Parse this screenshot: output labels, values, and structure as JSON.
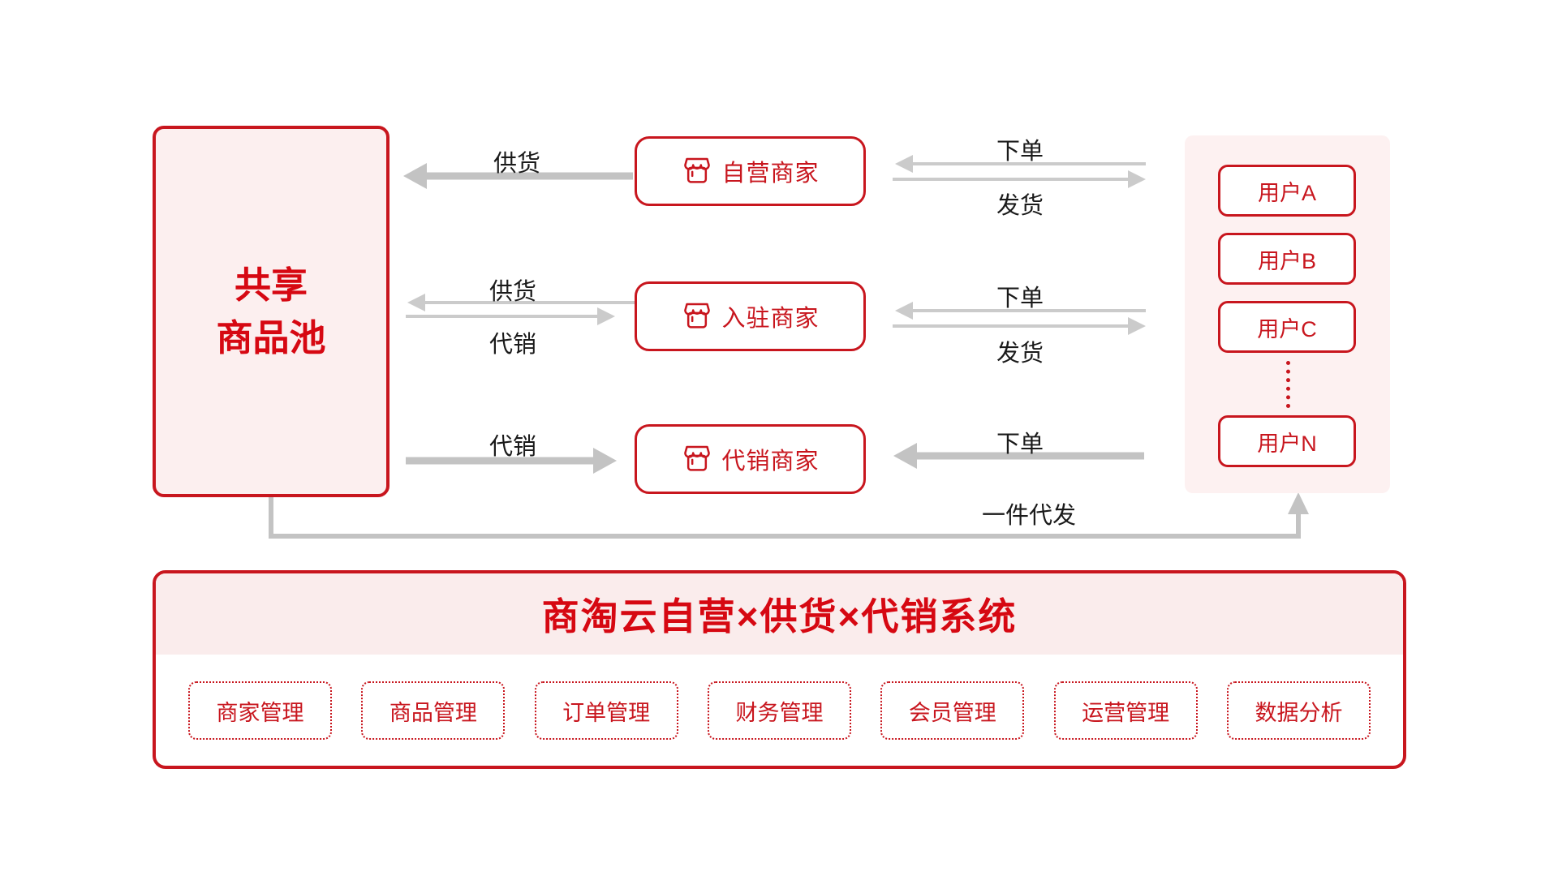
{
  "colors": {
    "accent_red": "#C8161E",
    "title_red": "#D60812",
    "panel_pink": "#FCEFEF",
    "arrow_gray": "#C4C4C4",
    "label_black": "#1A1A1A"
  },
  "icons": {
    "merchant": "store-icon"
  },
  "pool": {
    "title_line1": "共享",
    "title_line2": "商品池"
  },
  "merchants": [
    {
      "label": "自营商家"
    },
    {
      "label": "入驻商家"
    },
    {
      "label": "代销商家"
    }
  ],
  "users": {
    "items": [
      "用户A",
      "用户B",
      "用户C",
      "用户N"
    ]
  },
  "flows": {
    "pool_row1": {
      "label_top": "供货"
    },
    "pool_row2": {
      "label_top": "供货",
      "label_bottom": "代销"
    },
    "pool_row3": {
      "label_top": "代销"
    },
    "user_row1": {
      "label_top": "下单",
      "label_bottom": "发货"
    },
    "user_row2": {
      "label_top": "下单",
      "label_bottom": "发货"
    },
    "user_row3": {
      "label_top": "下单"
    },
    "dropship_label": "一件代发"
  },
  "system": {
    "title": "商淘云自营×供货×代销系统",
    "modules": [
      "商家管理",
      "商品管理",
      "订单管理",
      "财务管理",
      "会员管理",
      "运营管理",
      "数据分析"
    ]
  }
}
